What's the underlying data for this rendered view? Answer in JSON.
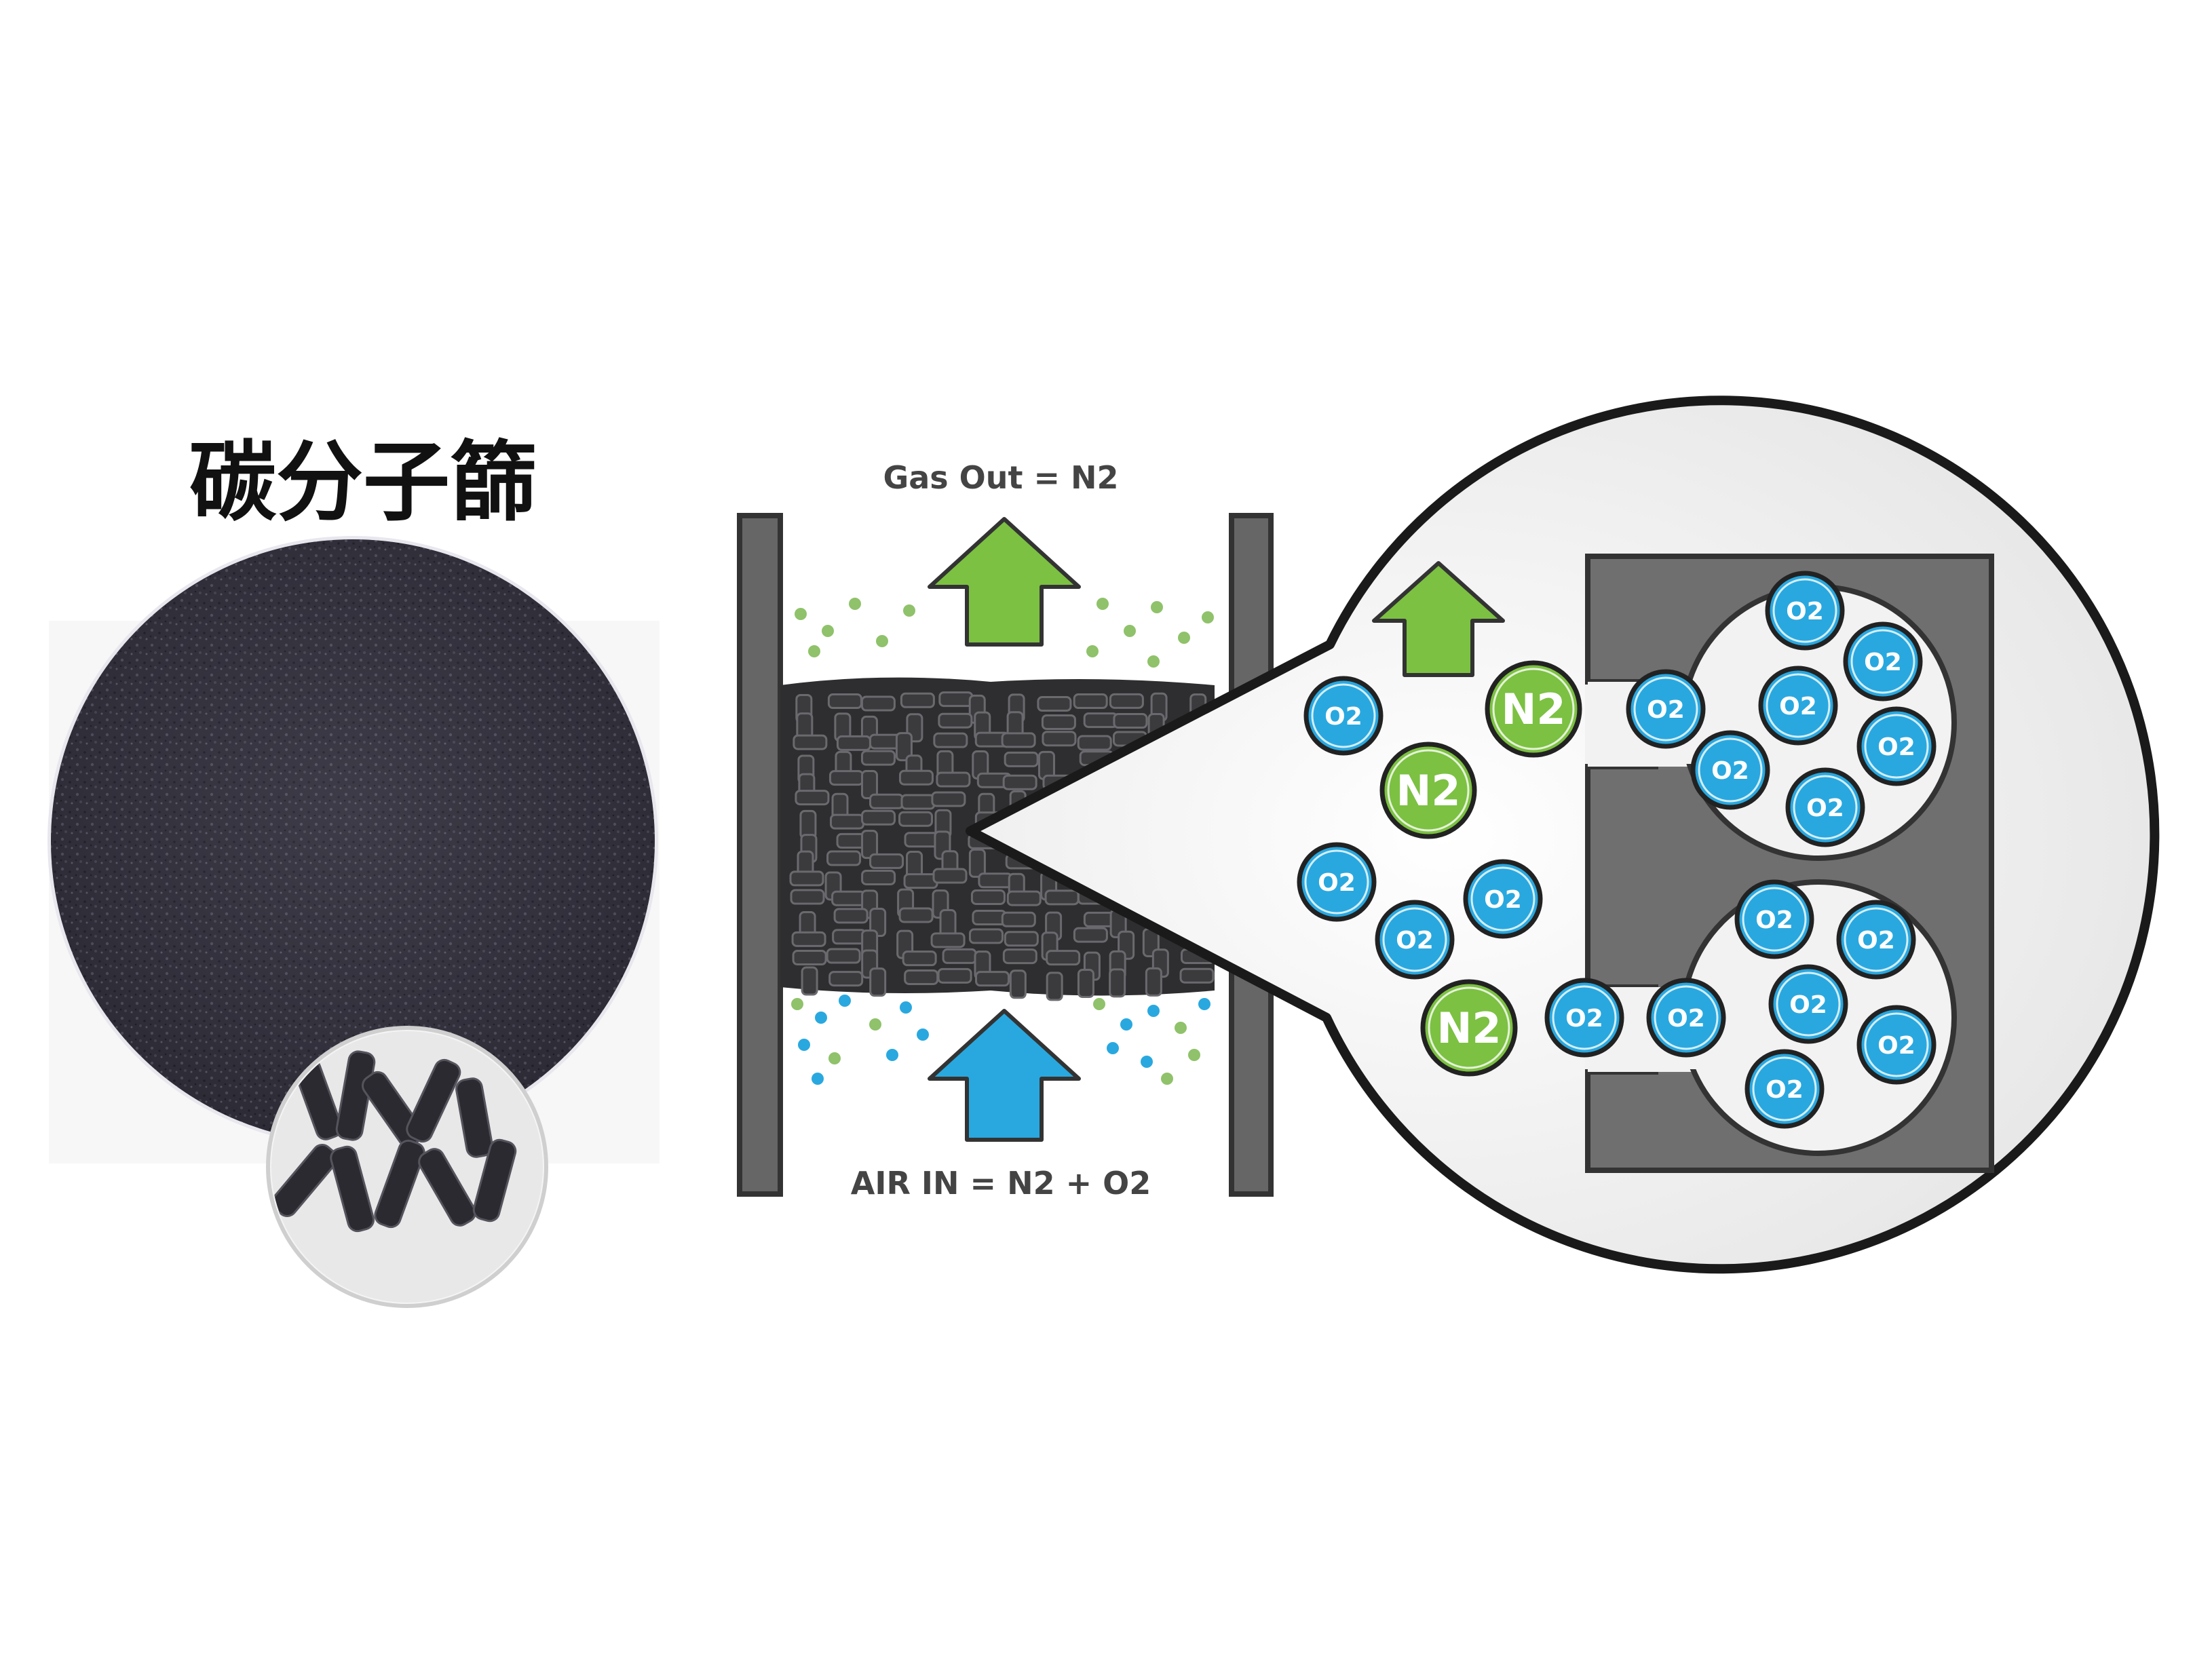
{
  "title": "碳分子篩",
  "labels": {
    "gas_out": "Gas Out = N2",
    "air_in": "AIR IN = N2 + O2"
  },
  "molecules": {
    "oxygen": "O2",
    "nitrogen": "N2"
  },
  "colors": {
    "oxygen": "#29a8df",
    "nitrogen": "#7cc142",
    "arrow_up": "#7cc142",
    "arrow_air": "#29a8df",
    "wall": "#666666",
    "carbon": "#333333",
    "sieve": "#6f6f70"
  }
}
